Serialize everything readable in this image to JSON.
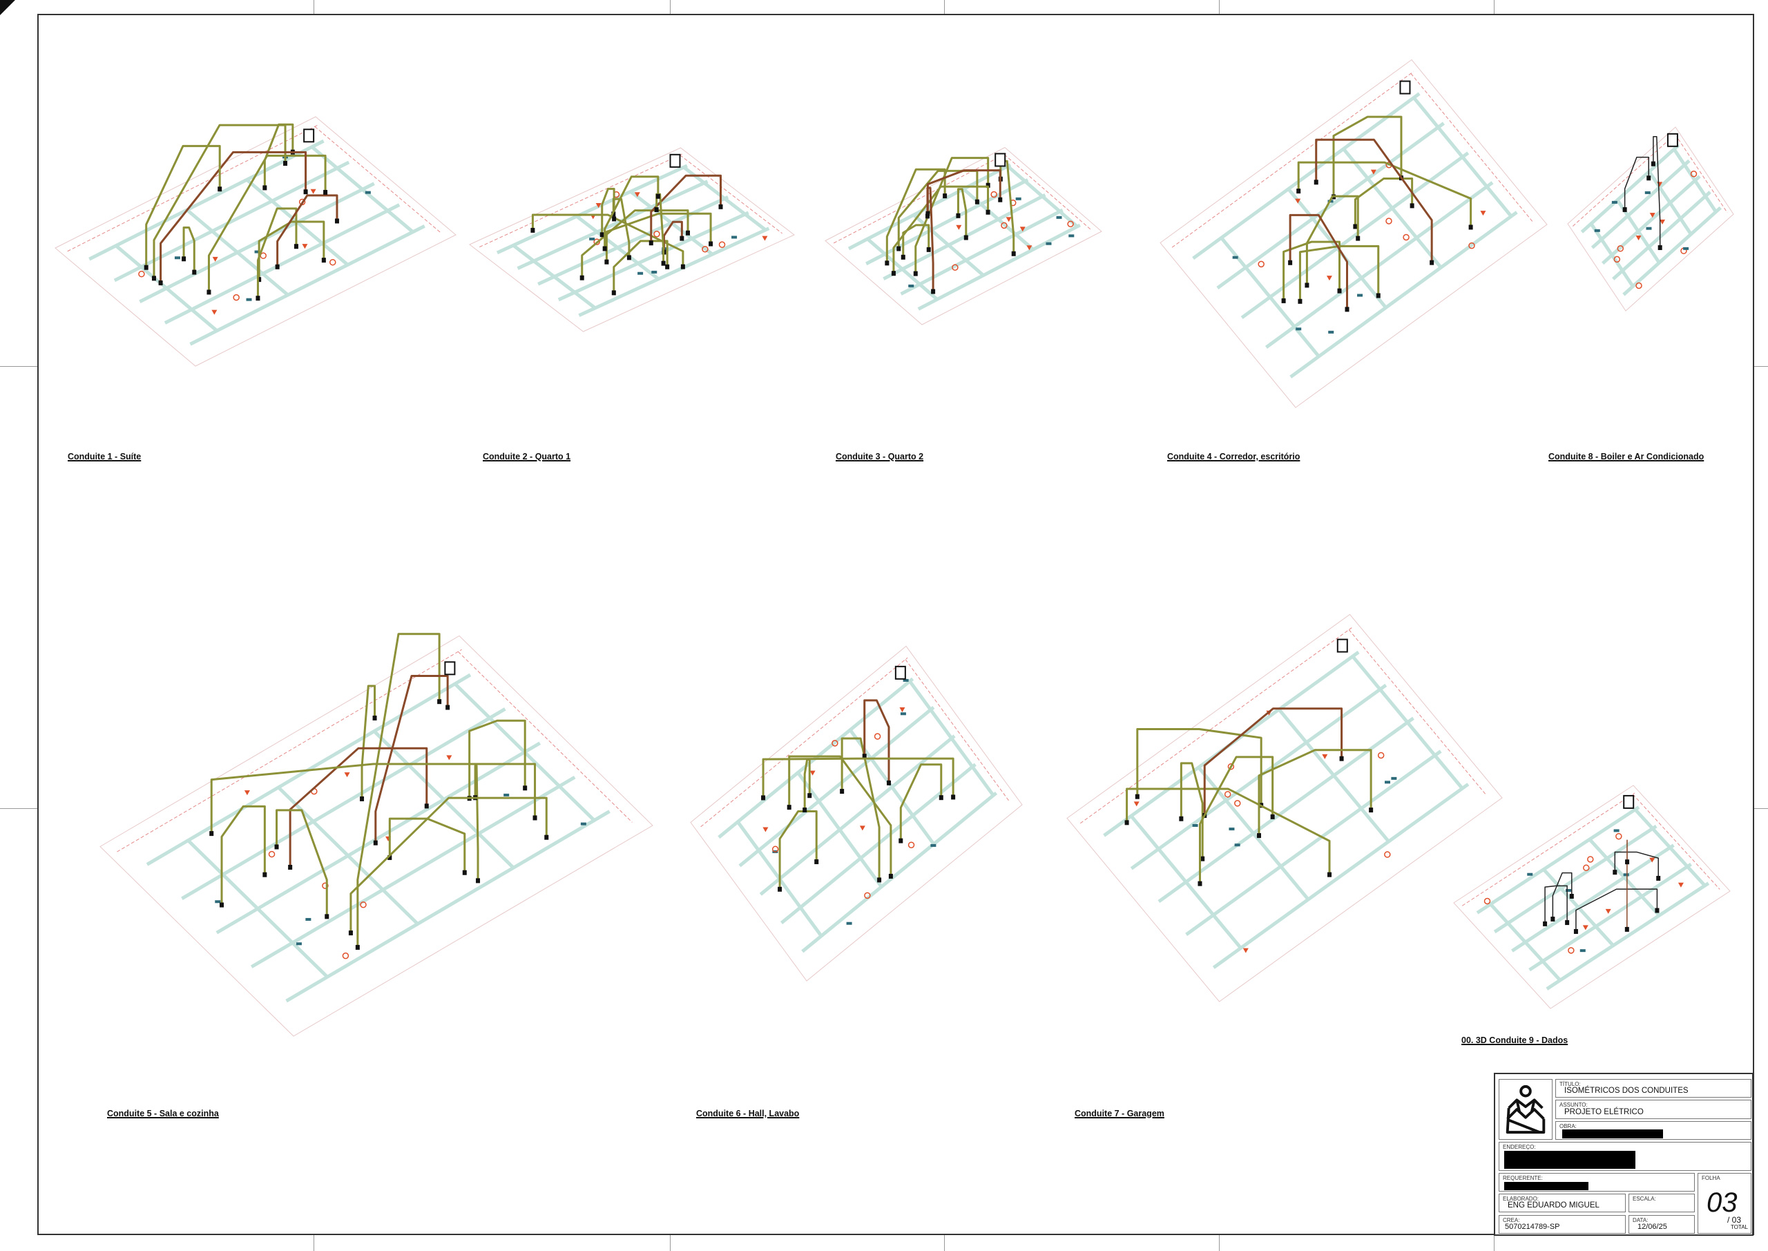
{
  "drawings": [
    {
      "id": "c1",
      "caption": "Conduite 1 - Suíte",
      "seed": 11,
      "pipes": 9
    },
    {
      "id": "c2",
      "caption": "Conduite 2 - Quarto 1",
      "seed": 23,
      "pipes": 10
    },
    {
      "id": "c3",
      "caption": "Conduite 3 - Quarto 2",
      "seed": 37,
      "pipes": 9
    },
    {
      "id": "c4",
      "caption": "Conduite 4 - Corredor, escritório",
      "seed": 41,
      "pipes": 8
    },
    {
      "id": "c8",
      "caption": "Conduite 8 - Boiler e Ar Condicionado",
      "seed": 53,
      "pipes": 2
    },
    {
      "id": "c5",
      "caption": "Conduite 5 - Sala e cozinha",
      "seed": 67,
      "pipes": 11
    },
    {
      "id": "c6",
      "caption": "Conduite 6 - Hall, Lavabo",
      "seed": 79,
      "pipes": 7
    },
    {
      "id": "c7",
      "caption": "Conduite 7 - Garagem",
      "seed": 83,
      "pipes": 6
    },
    {
      "id": "c9",
      "caption": "00. 3D Conduite 9 - Dados",
      "seed": 97,
      "pipes": 5
    }
  ],
  "title_block": {
    "titulo_label": "TÍTULO:",
    "titulo": "ISOMÉTRICOS DOS CONDUITES",
    "assunto_label": "ASSUNTO:",
    "assunto": "PROJETO ELÉTRICO",
    "obra_label": "OBRA:",
    "endereco_label": "ENDEREÇO:",
    "requerente_label": "REQUERENTE:",
    "elaborado_label": "ELABORADO:",
    "elaborado": "ENG EDUARDO MIGUEL",
    "escala_label": "ESCALA:",
    "crea_label": "CREA:",
    "crea": "5070214789-SP",
    "data_label": "DATA:",
    "data": "12/06/25",
    "folha_label": "FOLHA",
    "folha": "03",
    "total": "/ 03",
    "total_label": "TOTAL"
  },
  "colors": {
    "pipe": "#8c9138",
    "pipe_alt": "#8a4a2a",
    "wall": "#c4e2dc",
    "symbol": "#e0502a",
    "frame": "#333333"
  }
}
